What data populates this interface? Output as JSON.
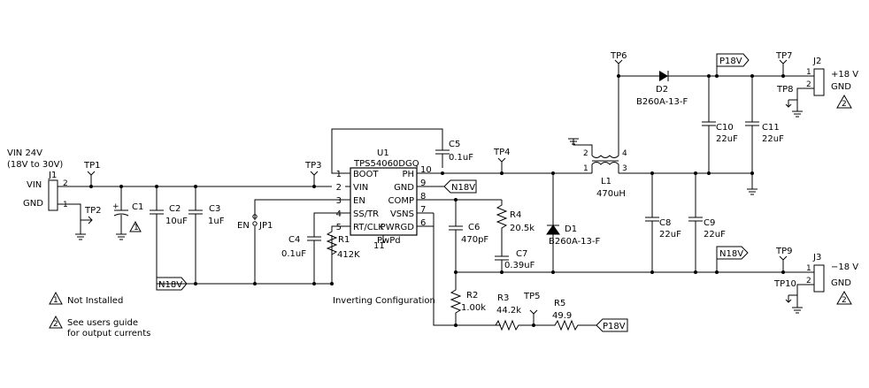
{
  "input": {
    "label_line1": "VIN 24V",
    "label_line2": "(18V to 30V)",
    "vin": "VIN",
    "gnd": "GND"
  },
  "connectors": {
    "j1": "J1",
    "j2": "J2",
    "j3": "J3",
    "j2_pos": "+18 V",
    "j2_gnd": "GND",
    "j3_neg": "−18 V",
    "j3_gnd": "GND",
    "pin1": "1",
    "pin2": "2"
  },
  "testpoints": {
    "tp1": "TP1",
    "tp2": "TP2",
    "tp3": "TP3",
    "tp4": "TP4",
    "tp5": "TP5",
    "tp6": "TP6",
    "tp7": "TP7",
    "tp8": "TP8",
    "tp9": "TP9",
    "tp10": "TP10"
  },
  "ic": {
    "ref": "U1",
    "part": "TPS54060DGQ",
    "pins_left": [
      {
        "num": "1",
        "name": "BOOT"
      },
      {
        "num": "2",
        "name": "VIN"
      },
      {
        "num": "3",
        "name": "EN"
      },
      {
        "num": "4",
        "name": "SS/TR"
      },
      {
        "num": "5",
        "name": "RT/CLK"
      }
    ],
    "pins_right": [
      {
        "num": "10",
        "name": "PH"
      },
      {
        "num": "9",
        "name": "GND"
      },
      {
        "num": "8",
        "name": "COMP"
      },
      {
        "num": "7",
        "name": "VSNS"
      },
      {
        "num": "6",
        "name": "PWRGD"
      }
    ],
    "pin_bottom": {
      "num": "11",
      "name": "PwPd"
    }
  },
  "components": {
    "c1": {
      "ref": "C1"
    },
    "c2": {
      "ref": "C2",
      "value": "10uF"
    },
    "c3": {
      "ref": "C3",
      "value": "1uF"
    },
    "c4": {
      "ref": "C4",
      "value": "0.1uF"
    },
    "c5": {
      "ref": "C5",
      "value": "0.1uF"
    },
    "c6": {
      "ref": "C6",
      "value": "470pF"
    },
    "c7": {
      "ref": "C7",
      "value": "0.39uF"
    },
    "c8": {
      "ref": "C8",
      "value": "22uF"
    },
    "c9": {
      "ref": "C9",
      "value": "22uF"
    },
    "c10": {
      "ref": "C10",
      "value": "22uF"
    },
    "c11": {
      "ref": "C11",
      "value": "22uF"
    },
    "r1": {
      "ref": "R1",
      "value": "412K"
    },
    "r2": {
      "ref": "R2",
      "value": "1.00k"
    },
    "r3": {
      "ref": "R3",
      "value": "44.2k"
    },
    "r4": {
      "ref": "R4",
      "value": "20.5k"
    },
    "r5": {
      "ref": "R5",
      "value": "49.9"
    },
    "l1": {
      "ref": "L1",
      "value": "470uH",
      "pin1": "1",
      "pin2": "2",
      "pin3": "3",
      "pin4": "4"
    },
    "d1": {
      "ref": "D1",
      "value": "B260A-13-F"
    },
    "d2": {
      "ref": "D2",
      "value": "B260A-13-F"
    },
    "jp1": {
      "ref": "JP1",
      "label": "EN"
    }
  },
  "nets": {
    "n18v": "N18V",
    "p18v": "P18V"
  },
  "notes": {
    "n1_mark": "1",
    "n1_text": "Not Installed",
    "n2_mark": "2",
    "n2_line1": "See users guide",
    "n2_line2": "for output currents",
    "config": "Inverting Configuration",
    "c1_plus": "+"
  }
}
